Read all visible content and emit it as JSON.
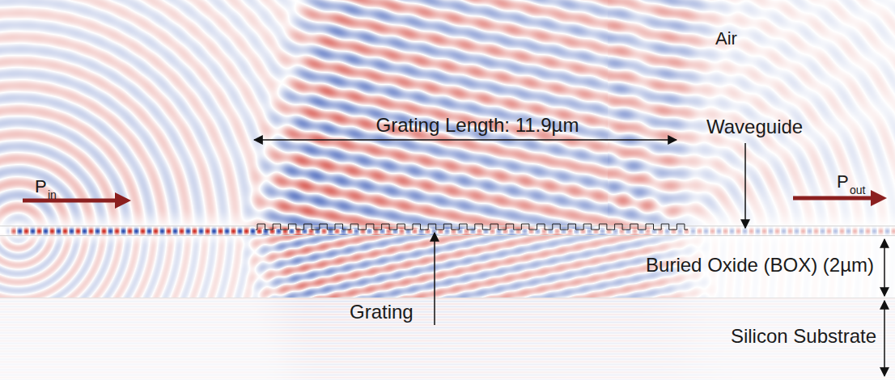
{
  "diagram": {
    "labels": [
      "Air",
      "Grating Length: 11.9µm",
      "Waveguide",
      "P",
      "in",
      "P",
      "out",
      "Buried Oxide (BOX) (2µm)",
      "Grating",
      "Silicon Substrate"
    ]
  }
}
